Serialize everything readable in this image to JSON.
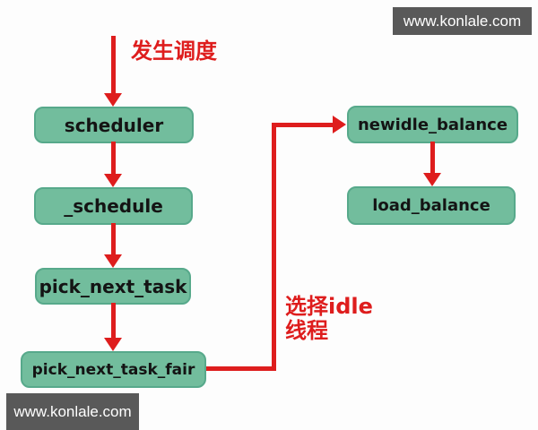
{
  "watermark_top": {
    "text": "www.konlale.com"
  },
  "watermark_bottom": {
    "text": "www.konlale.com"
  },
  "annotations": {
    "trigger_label": "发生调度",
    "idle_label_line1": "选择idle",
    "idle_label_line2": "线程"
  },
  "nodes": [
    {
      "id": "scheduler",
      "label": "scheduler"
    },
    {
      "id": "_schedule",
      "label": "_schedule"
    },
    {
      "id": "pick_next_task",
      "label": "pick_next_task"
    },
    {
      "id": "pick_next_task_fair",
      "label": "pick_next_task_fair"
    },
    {
      "id": "newidle_balance",
      "label": "newidle_balance"
    },
    {
      "id": "load_balance",
      "label": "load_balance"
    }
  ],
  "colors": {
    "node-fill": "#72bd9d",
    "node-border": "#57a98b",
    "arrow-red": "#de1d1d",
    "banner-bg": "#595959",
    "banner-text": "#ffffff",
    "node-text": "#141414",
    "bg": "#fdfdfd"
  }
}
